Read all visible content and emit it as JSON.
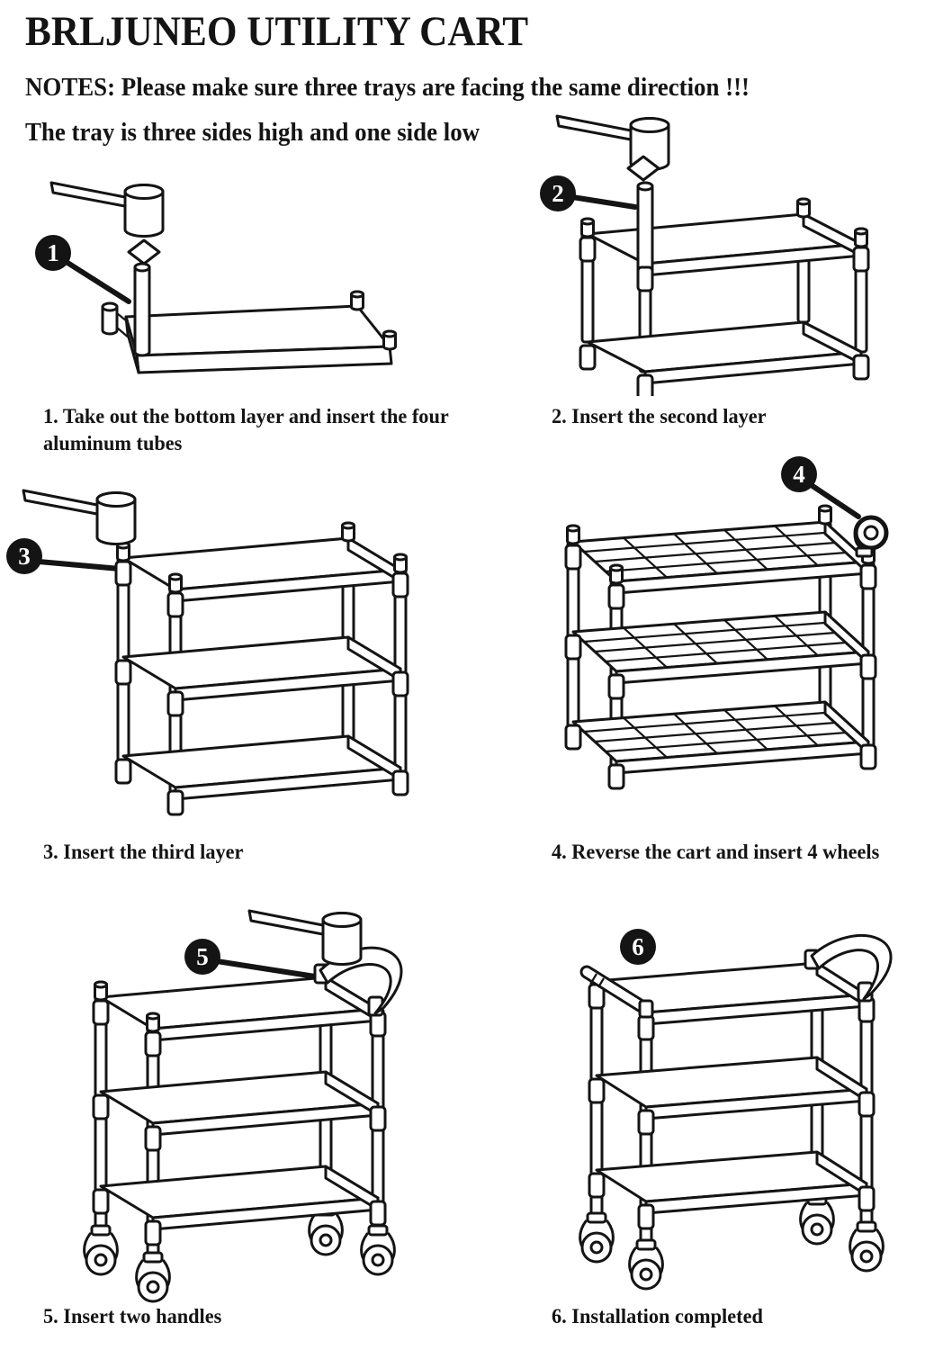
{
  "colors": {
    "ink": "#141414",
    "paper": "#ffffff"
  },
  "header": {
    "title": "BRLJUNEO UTILITY CART",
    "note_line1": "NOTES: Please make sure three trays are facing the same direction !!!",
    "note_line2": "The tray is three sides high and one side low"
  },
  "steps": [
    {
      "number": "1",
      "caption": "1. Take out the bottom layer and insert the four aluminum tubes",
      "illustration": "mallet-diamond-tube-and-bottom-tray"
    },
    {
      "number": "2",
      "caption": "2. Insert the second layer",
      "illustration": "mallet-diamond-tube-and-two-layer-frame"
    },
    {
      "number": "3",
      "caption": "3. Insert the third layer",
      "illustration": "mallet-and-three-layer-cart"
    },
    {
      "number": "4",
      "caption": "4. Reverse the cart and insert 4 wheels",
      "illustration": "upside-down-cart-with-caster-wheel"
    },
    {
      "number": "5",
      "caption": "5. Insert two handles",
      "illustration": "mallet-cart-on-casters-with-handle"
    },
    {
      "number": "6",
      "caption": "6. Installation completed",
      "illustration": "finished-cart-with-two-handles-and-casters"
    }
  ]
}
